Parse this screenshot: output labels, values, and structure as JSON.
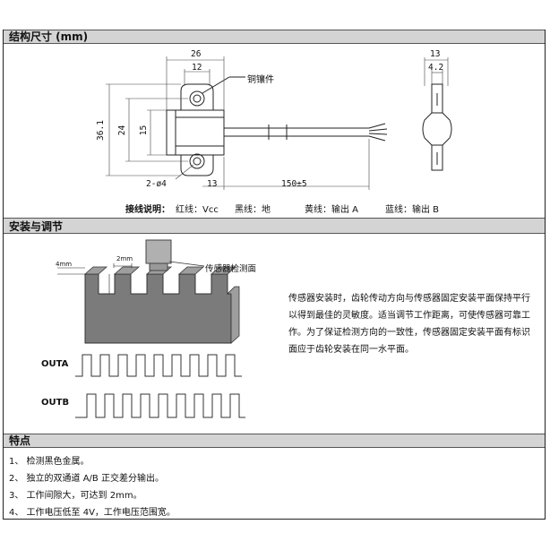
{
  "sections": {
    "dimensions_title": "结构尺寸 (mm)",
    "install_title": "安装与调节",
    "features_title": "特点"
  },
  "dimension_drawing": {
    "width_26": "26",
    "width_12": "12",
    "height_36_1": "36.1",
    "height_24": "24",
    "height_15": "15",
    "hole_label": "2-ø4",
    "width_13_bottom": "13",
    "cable_length": "150±5",
    "side_13": "13",
    "side_4_2": "4.2",
    "copper_insert": "铜镶件"
  },
  "wiring": {
    "label": "接线说明：",
    "red": "红线：Vcc",
    "black": "黑线：地",
    "yellow": "黄线：输出 A",
    "blue": "蓝线：输出 B"
  },
  "install": {
    "gap_4mm": "4mm",
    "gap_2mm": "2mm",
    "sensor_face": "传感器检测面",
    "outa": "OUTA",
    "outb": "OUTB",
    "description": "传感器安装时，齿轮传动方向与传感器固定安装平面保持平行以得到最佳的灵敏度。适当调节工作距离，可使传感器可靠工作。为了保证检测方向的一致性，传感器固定安装平面有标识面应于齿轮安装在同一水平面。"
  },
  "features": [
    "1、  检测黑色金属。",
    "2、  独立的双通道 A/B 正交差分输出。",
    "3、  工作间隙大，可达到 2mm。",
    "4、  工作电压低至 4V，工作电压范围宽。"
  ]
}
